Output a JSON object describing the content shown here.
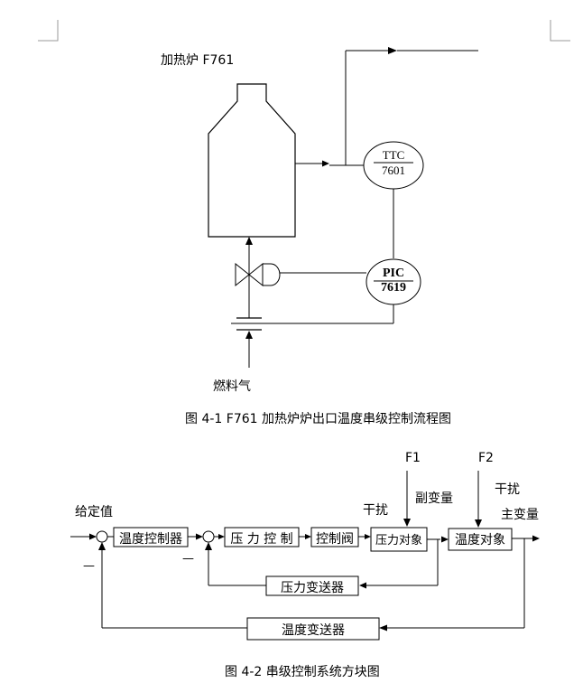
{
  "figure1": {
    "furnace_label": "加热炉 F761",
    "fuel_label": "燃料气",
    "ttc_top": "TTC",
    "ttc_bottom": "7601",
    "pic_top": "PIC",
    "pic_bottom": "7619",
    "caption": "图 4-1 F761 加热炉炉出口温度串级控制流程图"
  },
  "figure2": {
    "setpoint_label": "给定值",
    "f1_label": "F1",
    "f2_label": "F2",
    "disturbance_1": "干扰",
    "disturbance_2": "干扰",
    "secondary_variable": "副变量",
    "primary_variable": "主变量",
    "minus_sign_1": "—",
    "minus_sign_2": "—",
    "blocks": {
      "temperature_controller": "温度控制器",
      "pressure_control": "压 力 控 制",
      "control_valve": "控制阀",
      "pressure_object": "压力对象",
      "temperature_object": "温度对象",
      "pressure_transmitter": "压力变送器",
      "temperature_transmitter": "温度变送器"
    },
    "caption": "图 4-2 串级控制系统方块图"
  }
}
